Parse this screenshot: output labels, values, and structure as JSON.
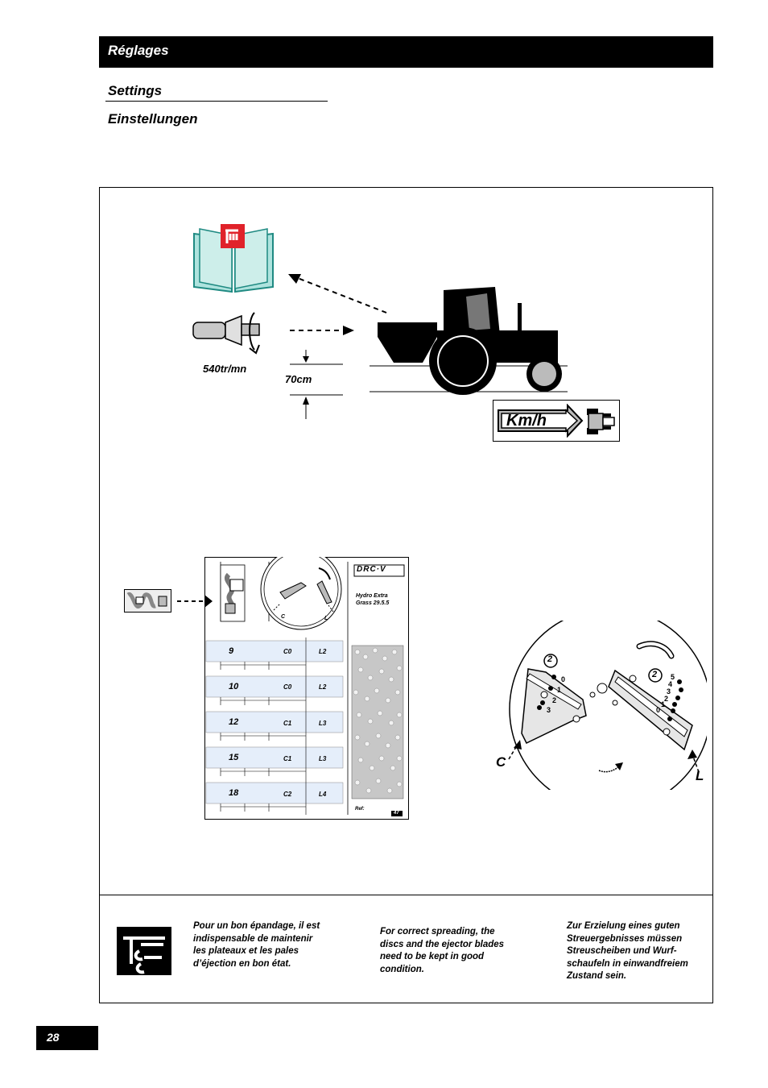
{
  "header": {
    "title": "Réglages"
  },
  "subtitles": {
    "settings": "Settings",
    "einstellungen": "Einstellungen"
  },
  "diagram1": {
    "pto_speed": "540tr/mn",
    "height": "70cm",
    "speed_label": "Km/h"
  },
  "chart_card": {
    "brand": "DRC·V",
    "product_line1": "Hydro Extra",
    "product_line2": "Grass 29.5.5",
    "disc_c": "C",
    "disc_l": "L",
    "rows": [
      {
        "width": "9",
        "c": "C0",
        "l": "L2"
      },
      {
        "width": "10",
        "c": "C0",
        "l": "L2"
      },
      {
        "width": "12",
        "c": "C1",
        "l": "L3"
      },
      {
        "width": "15",
        "c": "C1",
        "l": "L3"
      },
      {
        "width": "18",
        "c": "C2",
        "l": "L4"
      }
    ],
    "ref": "Ref:",
    "page": "47"
  },
  "disc": {
    "c_label": "C",
    "l_label": "L",
    "circle_num": "2",
    "c_positions": [
      "0",
      "1",
      "2",
      "3"
    ],
    "l_positions": [
      "5",
      "4",
      "3",
      "2",
      "1",
      "0"
    ]
  },
  "notes": {
    "fr": "Pour un bon épandage, il est indispensable de maintenir les plateaux et les pales d’éjection en bon état.",
    "en": "For correct spreading, the discs and the ejector blades need to be kept in good condition.",
    "de": "Zur Erzielung eines guten Streuergebnisses müssen Streuscheiben und Wurf-schaufeln in einwandfreiem Zustand sein."
  },
  "page_number": "28"
}
